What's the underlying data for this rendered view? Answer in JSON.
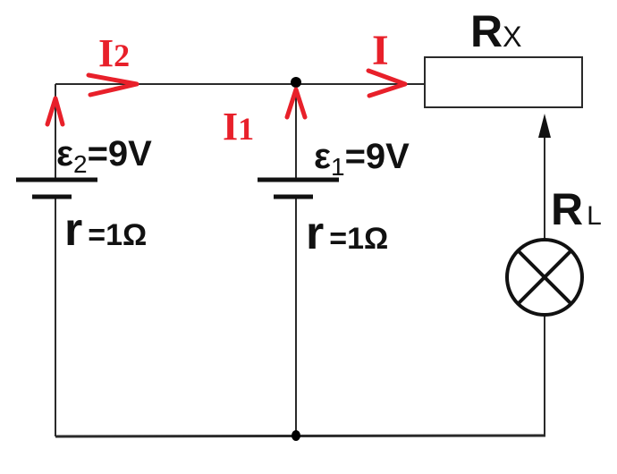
{
  "diagram": {
    "type": "electric-circuit",
    "colors": {
      "wire": "#2a2a2a",
      "current": "#e8202a",
      "text": "#111111"
    },
    "currents": {
      "i2": {
        "symbol": "I",
        "subscript": "2"
      },
      "i1": {
        "symbol": "I",
        "subscript": "1"
      },
      "i": {
        "symbol": "I",
        "subscript": ""
      }
    },
    "sources": [
      {
        "id": "E2",
        "emf_symbol": "ε",
        "emf_subscript": "2",
        "emf_value": "=9V",
        "r_symbol": "r",
        "r_value": "=1Ω"
      },
      {
        "id": "E1",
        "emf_symbol": "ε",
        "emf_subscript": "1",
        "emf_value": "=9V",
        "r_symbol": "r",
        "r_value": "=1Ω"
      }
    ],
    "resistor": {
      "symbol": "R",
      "subscript": "X"
    },
    "lamp": {
      "symbol": "R",
      "subscript": "L"
    }
  }
}
